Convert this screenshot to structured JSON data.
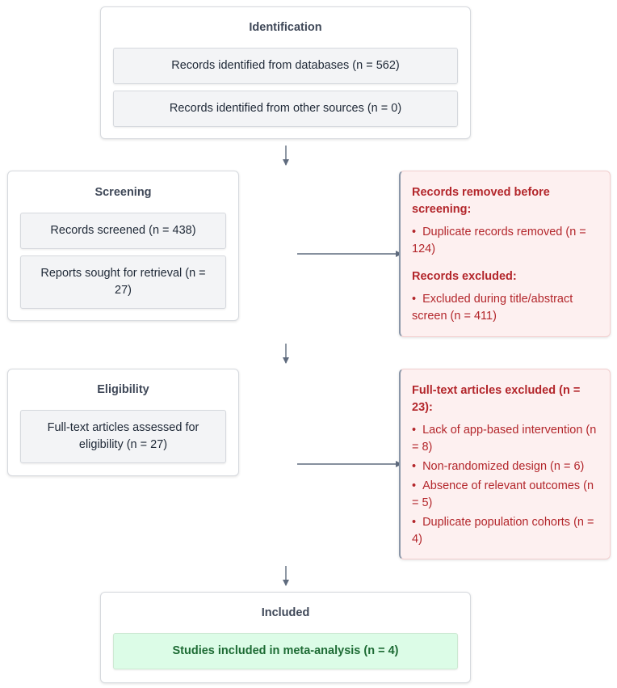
{
  "identification": {
    "title": "Identification",
    "items": [
      "Records identified from databases (n = 562)",
      "Records identified from other sources (n = 0)"
    ]
  },
  "screening": {
    "title": "Screening",
    "items": [
      "Records screened (n = 438)",
      "Reports sought for retrieval (n = 27)"
    ]
  },
  "screening_exclusions": {
    "heading1": "Records removed before screening:",
    "list1": [
      "Duplicate records removed (n = 124)"
    ],
    "heading2": "Records excluded:",
    "list2": [
      "Excluded during title/abstract screen (n = 411)"
    ]
  },
  "eligibility": {
    "title": "Eligibility",
    "items": [
      "Full-text articles assessed for eligibility (n = 27)"
    ]
  },
  "eligibility_exclusions": {
    "heading": "Full-text articles excluded (n = 23):",
    "list": [
      "Lack of app-based intervention (n = 8)",
      "Non-randomized design (n = 6)",
      "Absence of relevant outcomes (n = 5)",
      "Duplicate population cohorts (n = 4)"
    ]
  },
  "included": {
    "title": "Included",
    "items": [
      "Studies included in meta-analysis (n = 4)"
    ]
  },
  "colors": {
    "connector": "#5f6b7e",
    "exclusion_text": "#b3262b",
    "exclusion_bg": "#fdf0f0",
    "included_bg": "#dcfce7",
    "included_text": "#1d6b34"
  }
}
